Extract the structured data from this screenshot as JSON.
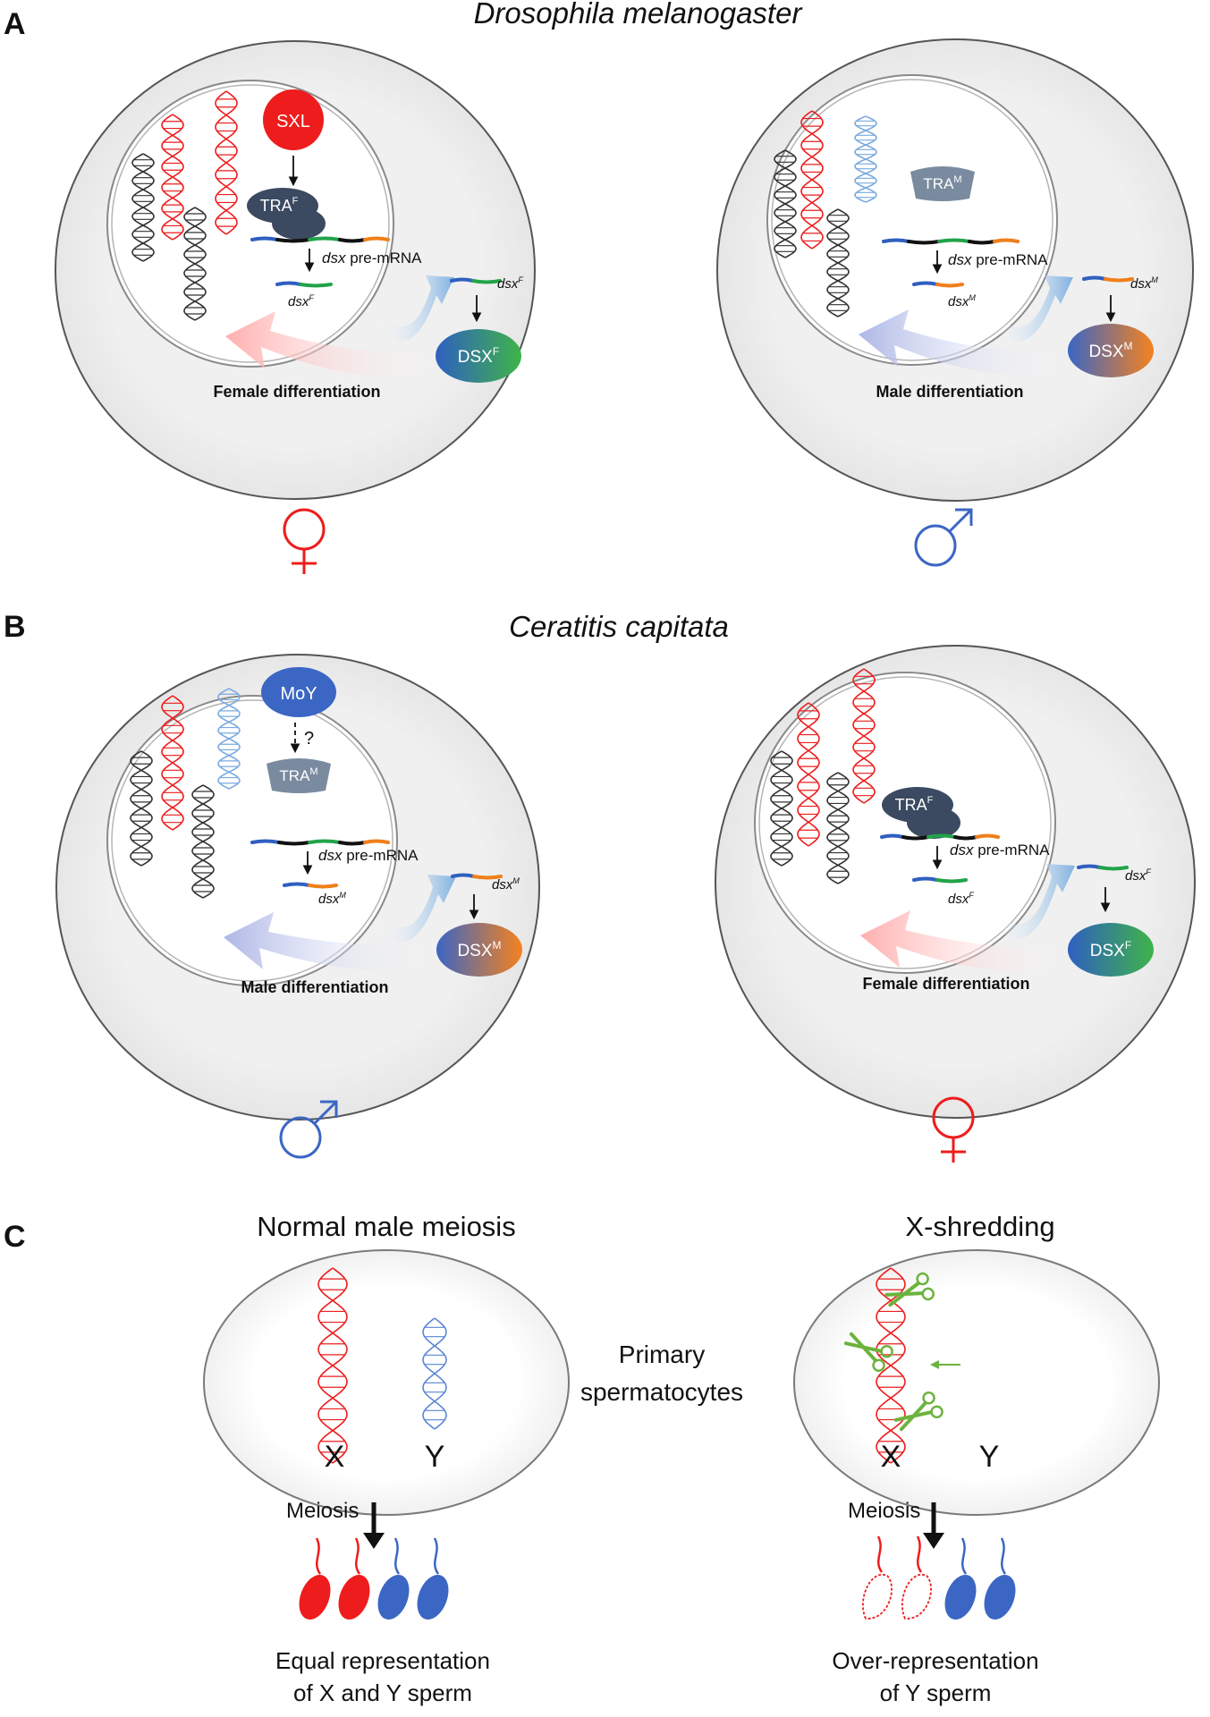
{
  "panels": {
    "a": {
      "letter": "A",
      "species": "Drosophila melanogaster",
      "female": {
        "initiator": "SXL",
        "tra": "TRA",
        "tra_sup": "F",
        "pre_mrna_italic": "dsx",
        "pre_mrna_rest": " pre-mRNA",
        "spliced": "dsx",
        "spliced_sup": "F",
        "cyto_transcript": "dsx",
        "cyto_transcript_sup": "F",
        "protein": "DSX",
        "protein_sup": "F",
        "outcome": "Female differentiation",
        "symbol": "♀"
      },
      "male": {
        "tra": "TRA",
        "tra_sup": "M",
        "pre_mrna_italic": "dsx",
        "pre_mrna_rest": " pre-mRNA",
        "spliced": "dsx",
        "spliced_sup": "M",
        "cyto_transcript": "dsx",
        "cyto_transcript_sup": "M",
        "protein": "DSX",
        "protein_sup": "M",
        "outcome": "Male differentiation",
        "symbol": "♂"
      }
    },
    "b": {
      "letter": "B",
      "species": "Ceratitis capitata",
      "male": {
        "initiator": "MoY",
        "uncertain": "?",
        "tra": "TRA",
        "tra_sup": "M",
        "pre_mrna_italic": "dsx",
        "pre_mrna_rest": " pre-mRNA",
        "spliced": "dsx",
        "spliced_sup": "M",
        "cyto_transcript": "dsx",
        "cyto_transcript_sup": "M",
        "protein": "DSX",
        "protein_sup": "M",
        "outcome": "Male differentiation",
        "symbol": "♂"
      },
      "female": {
        "tra": "TRA",
        "tra_sup": "F",
        "pre_mrna_italic": "dsx",
        "pre_mrna_rest": " pre-mRNA",
        "spliced": "dsx",
        "spliced_sup": "F",
        "cyto_transcript": "dsx",
        "cyto_transcript_sup": "F",
        "protein": "DSX",
        "protein_sup": "F",
        "outcome": "Female differentiation",
        "symbol": "♀"
      }
    },
    "c": {
      "letter": "C",
      "center_label_line1": "Primary",
      "center_label_line2": "spermatocytes",
      "normal": {
        "title": "Normal male meiosis",
        "x_label": "X",
        "y_label": "Y",
        "process": "Meiosis",
        "result_line1": "Equal representation",
        "result_line2": "of X and Y sperm"
      },
      "shredding": {
        "title": "X-shredding",
        "x_label": "X",
        "y_label": "Y",
        "process": "Meiosis",
        "result_line1": "Over-representation",
        "result_line2": "of Y sperm"
      }
    }
  },
  "colors": {
    "female_red": "#ee1c1c",
    "male_blue": "#3b66c4",
    "tra_dark": "#3b4a61",
    "tra_m_gray": "#7a8ba0",
    "cell_fill": "#ececec",
    "outline": "#555555",
    "exon_blue": "#2f5fc0",
    "exon_green": "#22a34a",
    "exon_orange": "#f07f1a",
    "scissors_green": "#6cb33e"
  }
}
